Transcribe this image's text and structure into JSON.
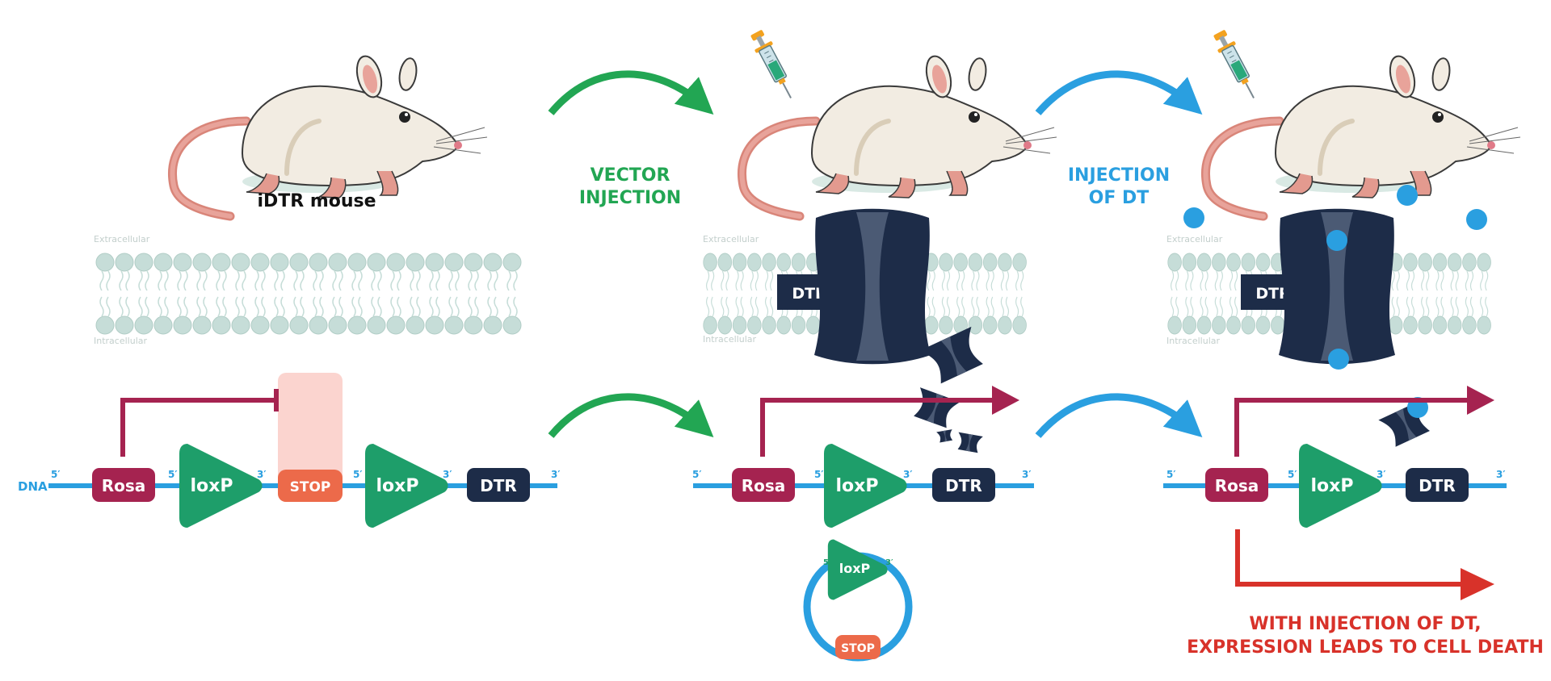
{
  "labels": {
    "mouse_name": "iDTR mouse",
    "step1_line1": "VECTOR",
    "step1_line2": "INJECTION",
    "step2_line1": "INJECTION",
    "step2_line2": "OF DT",
    "conclusion_line1": "WITH INJECTION OF DT,",
    "conclusion_line2": "EXPRESSION LEADS TO CELL DEATH"
  },
  "membrane": {
    "extracellular": "Extracellular",
    "intracellular": "Intracellular"
  },
  "dna": {
    "strand_label": "DNA",
    "five_prime": "5′",
    "three_prime": "3′",
    "rosa": "Rosa",
    "loxp": "loxP",
    "stop": "STOP",
    "dtr": "DTR"
  },
  "receptor_label": "DTR",
  "colors": {
    "green_arrow": "#22a653",
    "blue_arrow": "#2a9fe0",
    "promoter_arrow": "#a52350",
    "rosa": "#a52350",
    "loxp": "#1e9e6a",
    "stop": "#ec6a4a",
    "stop_block": "#fbd4cf",
    "dtr": "#1d2c48",
    "receptor_dark": "#1d2c48",
    "receptor_mid": "#4b5a74",
    "dt_ball": "#2a9fe0",
    "death_arrow": "#d8322a",
    "dna_line": "#2a9fe0",
    "lipid": "#c6ddd8"
  },
  "icons": [
    "mouse-icon",
    "syringe-icon",
    "receptor-icon",
    "dt-molecule-icon"
  ]
}
